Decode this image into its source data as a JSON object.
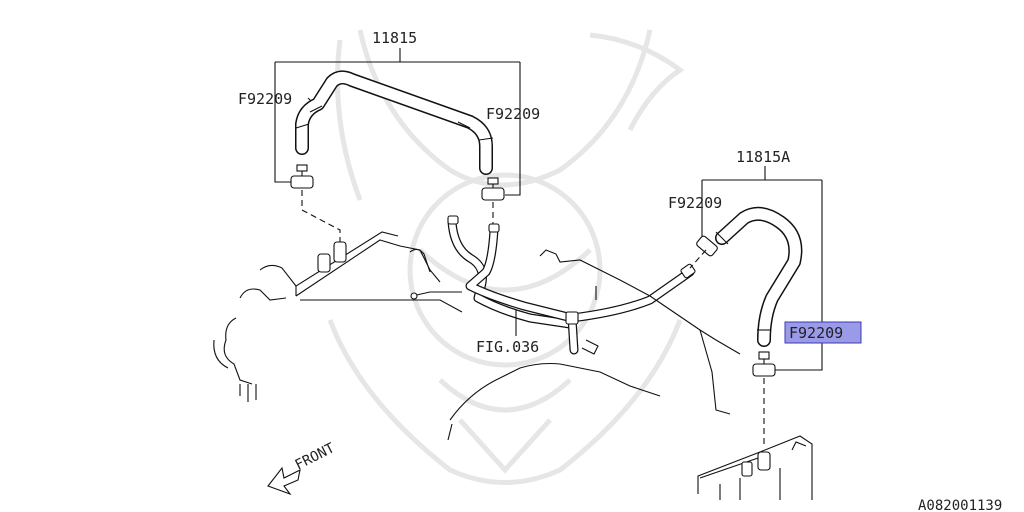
{
  "labels": {
    "hose_main": "11815",
    "hose_secondary": "11815A",
    "clamp_left": "F92209",
    "clamp_mid": "F92209",
    "clamp_right_top": "F92209",
    "clamp_right_bottom": "F92209",
    "fig_ref": "FIG.036",
    "front": "FRONT",
    "diagram_code": "A082001139"
  },
  "colors": {
    "highlight_fill": "#9a9ae8",
    "highlight_border": "#3b3bb0",
    "line": "#111111"
  }
}
